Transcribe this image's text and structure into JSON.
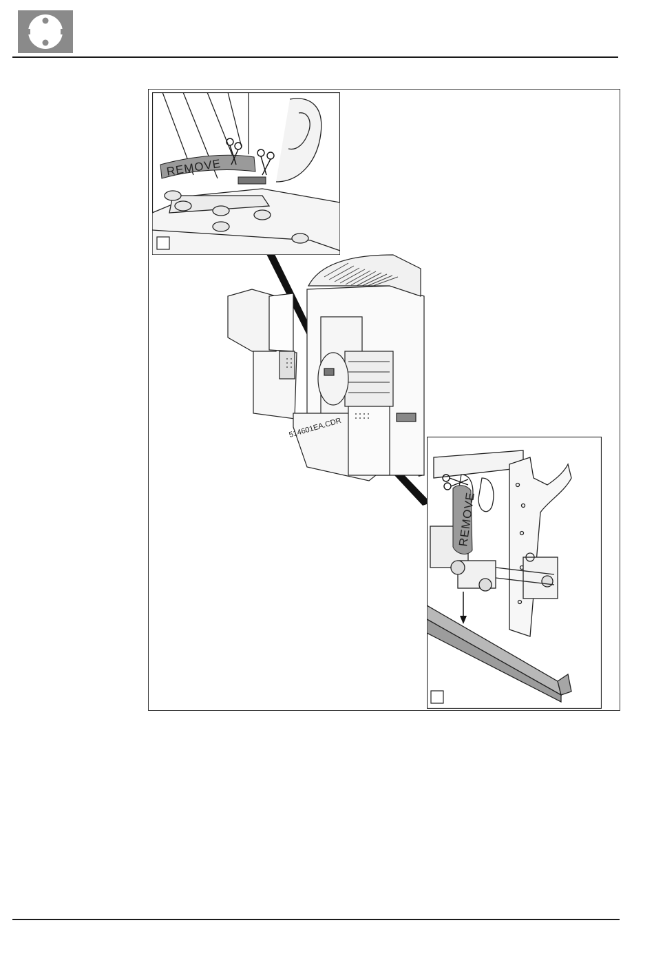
{
  "header": {
    "logo_icon": "power-socket-icon",
    "logo_color": "#8a8a8a"
  },
  "figure": {
    "file_code": "514601EA.CDR",
    "inset_a": {
      "tape_label": "REMOVE",
      "icons": [
        "scissors-icon",
        "scissors-icon"
      ]
    },
    "inset_b": {
      "tape_label": "REMOVE",
      "icons": [
        "scissors-icon",
        "down-arrow-icon"
      ]
    }
  }
}
